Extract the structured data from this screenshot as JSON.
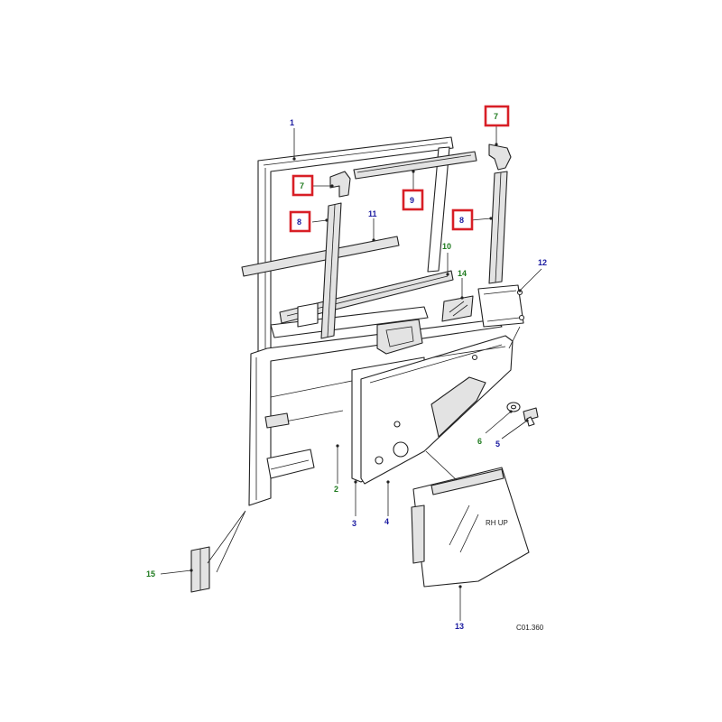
{
  "drawing_ref": "C01.360",
  "callouts": [
    {
      "id": "c1",
      "label": "1",
      "color": "#1a1aa0",
      "highlighted": false
    },
    {
      "id": "c2",
      "label": "2",
      "color": "#1e7a1e",
      "highlighted": false
    },
    {
      "id": "c3",
      "label": "3",
      "color": "#1a1aa0",
      "highlighted": false
    },
    {
      "id": "c4",
      "label": "4",
      "color": "#1a1aa0",
      "highlighted": false
    },
    {
      "id": "c5",
      "label": "5",
      "color": "#1a1aa0",
      "highlighted": false
    },
    {
      "id": "c6",
      "label": "6",
      "color": "#1e7a1e",
      "highlighted": false
    },
    {
      "id": "c7a",
      "label": "7",
      "color": "#1e7a1e",
      "highlighted": true
    },
    {
      "id": "c7b",
      "label": "7",
      "color": "#1e7a1e",
      "highlighted": true
    },
    {
      "id": "c8a",
      "label": "8",
      "color": "#1a1aa0",
      "highlighted": true
    },
    {
      "id": "c8b",
      "label": "8",
      "color": "#1a1aa0",
      "highlighted": true
    },
    {
      "id": "c9",
      "label": "9",
      "color": "#1a1aa0",
      "highlighted": true
    },
    {
      "id": "c10",
      "label": "10",
      "color": "#1e7a1e",
      "highlighted": false
    },
    {
      "id": "c11",
      "label": "11",
      "color": "#1a1aa0",
      "highlighted": false
    },
    {
      "id": "c12",
      "label": "12",
      "color": "#1a1aa0",
      "highlighted": false
    },
    {
      "id": "c13",
      "label": "13",
      "color": "#1a1aa0",
      "highlighted": false
    },
    {
      "id": "c14",
      "label": "14",
      "color": "#1e7a1e",
      "highlighted": false
    },
    {
      "id": "c15",
      "label": "15",
      "color": "#1e7a1e",
      "highlighted": false
    }
  ],
  "glass_marking": "RH UP",
  "highlight_color": "#d81f26"
}
